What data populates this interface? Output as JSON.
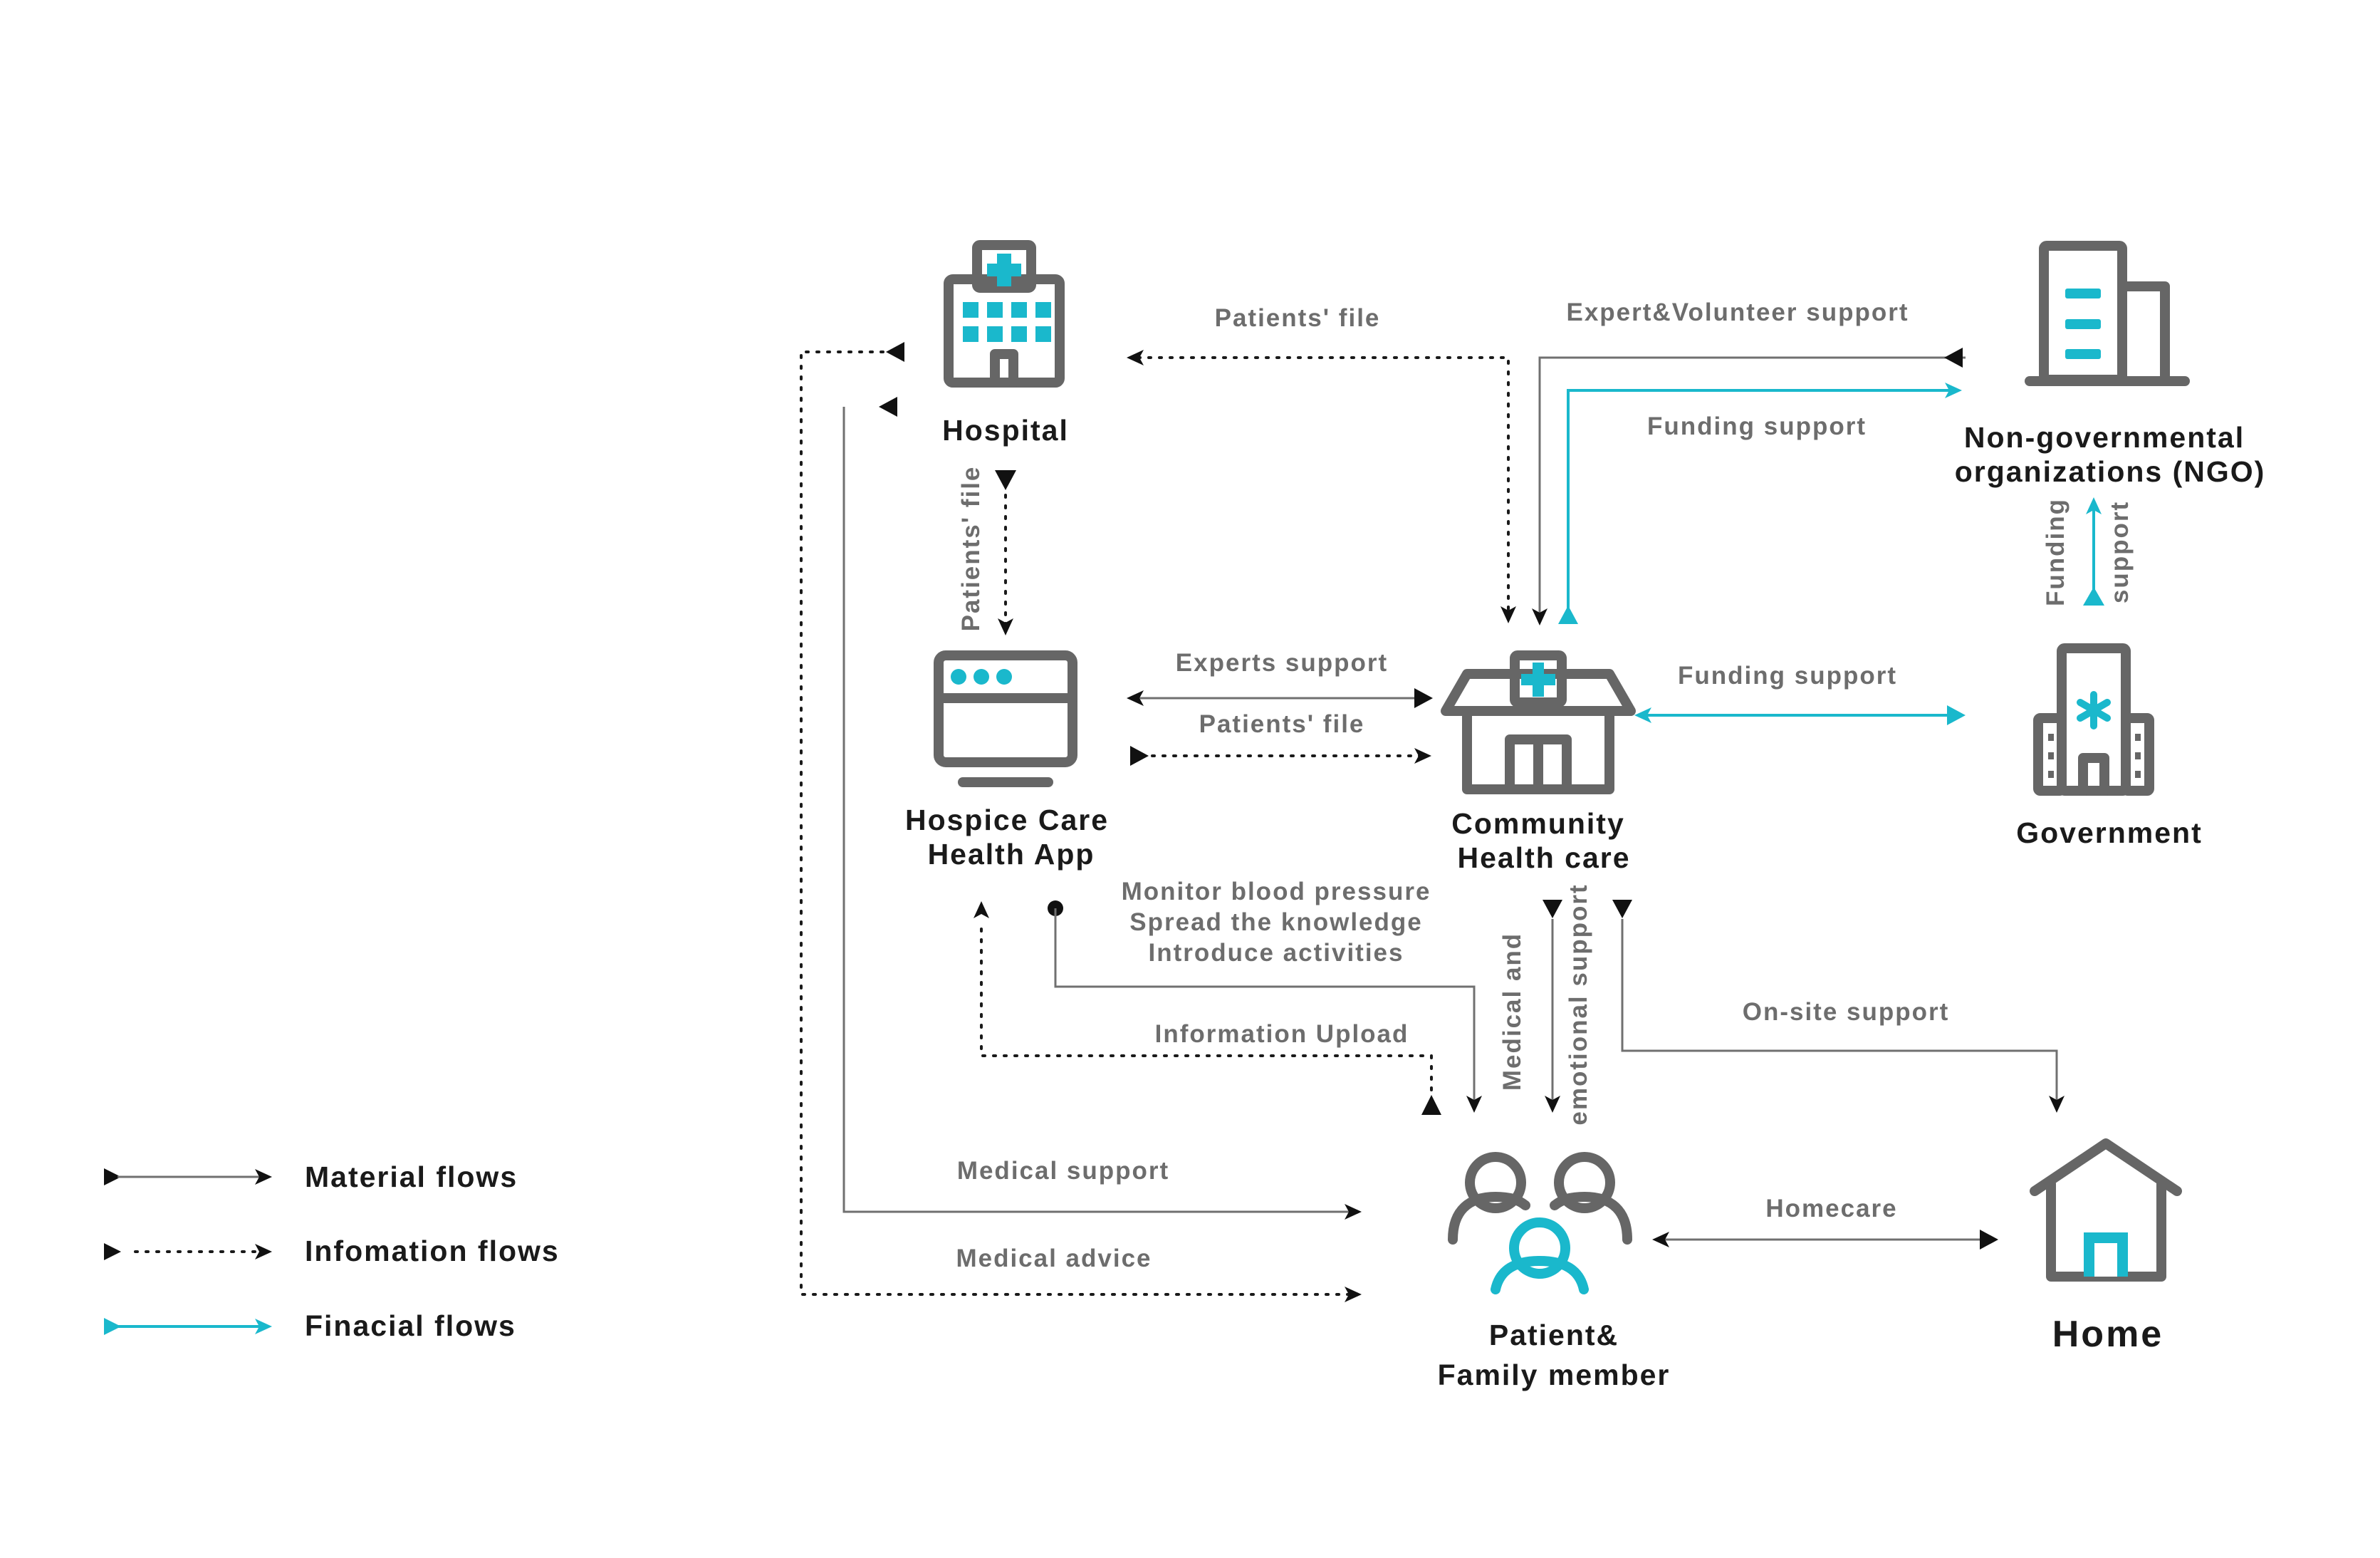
{
  "nodes": {
    "hospital": "Hospital",
    "app_line1": "Hospice Care",
    "app_line2": "Health App",
    "community_line1": "Community",
    "community_line2": "Health care",
    "ngo_line1": "Non-governmental",
    "ngo_line2": "organizations (NGO)",
    "government": "Government",
    "patient_line1": "Patient&",
    "patient_line2": "Family member",
    "home": "Home"
  },
  "edges": {
    "patients_file_top": "Patients' file",
    "expert_volunteer": "Expert&Volunteer support",
    "funding_ngo": "Funding support",
    "patients_file_vertical": "Patients' file",
    "funding_gov_ngo_1": "Funding",
    "funding_gov_ngo_2": "support",
    "experts_support": "Experts support",
    "patients_file_mid": "Patients' file",
    "funding_gov": "Funding support",
    "monitor_1": "Monitor blood pressure",
    "monitor_2": "Spread the knowledge",
    "monitor_3": "Introduce activities",
    "medical_emotional_1": "Medical and",
    "medical_emotional_2": "emotional support",
    "onsite": "On-site  support",
    "info_upload": "Information Upload",
    "medical_support": "Medical support",
    "medical_advice": "Medical advice",
    "homecare": "Homecare"
  },
  "legend": {
    "material": "Material flows",
    "information": "Infomation flows",
    "financial": "Finacial flows"
  },
  "colors": {
    "accent": "#1ab8cc",
    "icon": "#666666",
    "line": "#707070",
    "text": "#1a1a1a",
    "label": "#6d6d6d"
  }
}
